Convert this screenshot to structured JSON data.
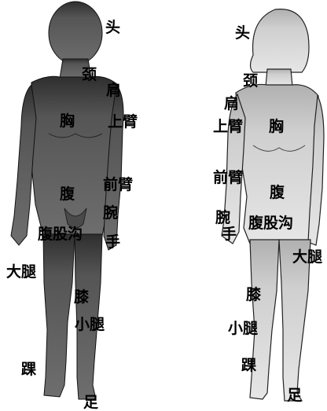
{
  "colors": {
    "male_body": "#5a5a5a",
    "male_head": "#333333",
    "female_body": "#d4d4d4",
    "female_head": "#bdbdbd",
    "outline": "#111111"
  },
  "male_labels": {
    "head": "头",
    "neck": "颈",
    "shoulder": "肩",
    "chest": "胸",
    "upper_arm": "上臂",
    "forearm": "前臂",
    "abdomen": "腹",
    "wrist": "腕",
    "groin": "腹股沟",
    "hand": "手",
    "thigh": "大腿",
    "knee": "膝",
    "calf": "小腿",
    "ankle": "踝",
    "foot": "足"
  },
  "female_labels": {
    "head": "头",
    "neck": "颈",
    "shoulder": "肩",
    "upper_arm": "上臂",
    "chest": "胸",
    "forearm": "前臂",
    "abdomen": "腹",
    "wrist": "腕",
    "hand": "手",
    "groin": "腹股沟",
    "thigh": "大腿",
    "knee": "膝",
    "calf": "小腿",
    "ankle": "踝",
    "foot": "足"
  }
}
